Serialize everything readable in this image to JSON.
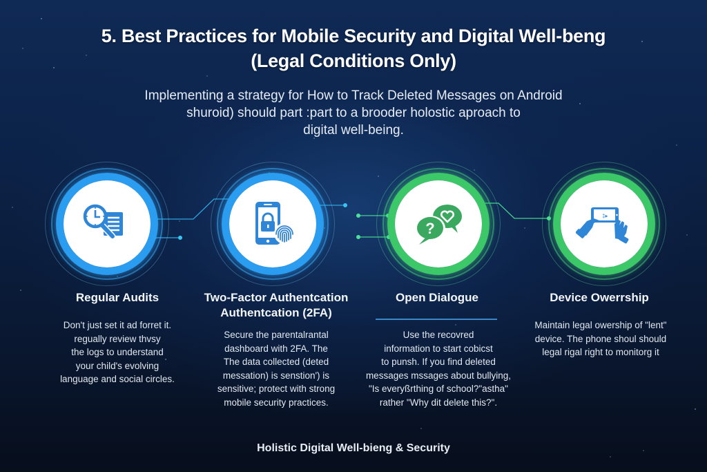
{
  "header": {
    "title_line1": "5. Best Practices for Mobile Security and Digital Well-beng",
    "title_line2": "(Legal Conditions Only)",
    "intro_line1": "Implementing a strategy for How to Track Deleted Messages on Android",
    "intro_line2": "shuroid) should part  :part to a brooder holostic aproach to",
    "intro_line3": "digital well-being."
  },
  "practices": [
    {
      "icon": "clock-magnifier-document-icon",
      "ring_color": "#2a9df0",
      "title_lines": [
        "Regular Audits"
      ],
      "body_lines": [
        "Don't just set it ad forret it.",
        "regually review thvsy",
        "the logs to understand",
        "your child's evolving",
        "language and social circles."
      ]
    },
    {
      "icon": "phone-lock-fingerprint-icon",
      "ring_color": "#2a9df0",
      "title_lines": [
        "Two-Factor Authentcation",
        "Authentcation (2FA)"
      ],
      "body_lines": [
        "Secure the parentalrantal",
        "dashboard with 2FA. The",
        "The data collected (deted",
        "messation) is senstion') is",
        "sensitive; protect with strong",
        "mobile security practices."
      ]
    },
    {
      "icon": "chat-bubbles-question-heart-icon",
      "ring_color": "#3cc868",
      "title_lines": [
        "Open Dialogue"
      ],
      "body_lines": [
        "Use the recovred",
        "information to start cobicst",
        "to punsh. If you find deleted",
        "messages mssages about bullying,",
        "\"Is everyßrthing of school?\"astha\"",
        "rather \"Why dit delete this?\"."
      ]
    },
    {
      "icon": "hands-holding-phone-icon",
      "ring_color": "#3cc868",
      "title_lines": [
        "Device Owerrship"
      ],
      "body_lines": [
        "Maintain legal owership of \"lent\"",
        "device. The phone shoul should",
        "legal rigal right to monitorg it"
      ]
    }
  ],
  "footer": {
    "label": "Holistic Digital Well-bieng & Security"
  },
  "colors": {
    "blue_accent": "#2a9df0",
    "green_accent": "#3cc868",
    "icon_blue": "#2f86d6",
    "icon_green": "#3aa85e",
    "background_top": "#0f2a55",
    "background_bottom": "#070e1c"
  }
}
